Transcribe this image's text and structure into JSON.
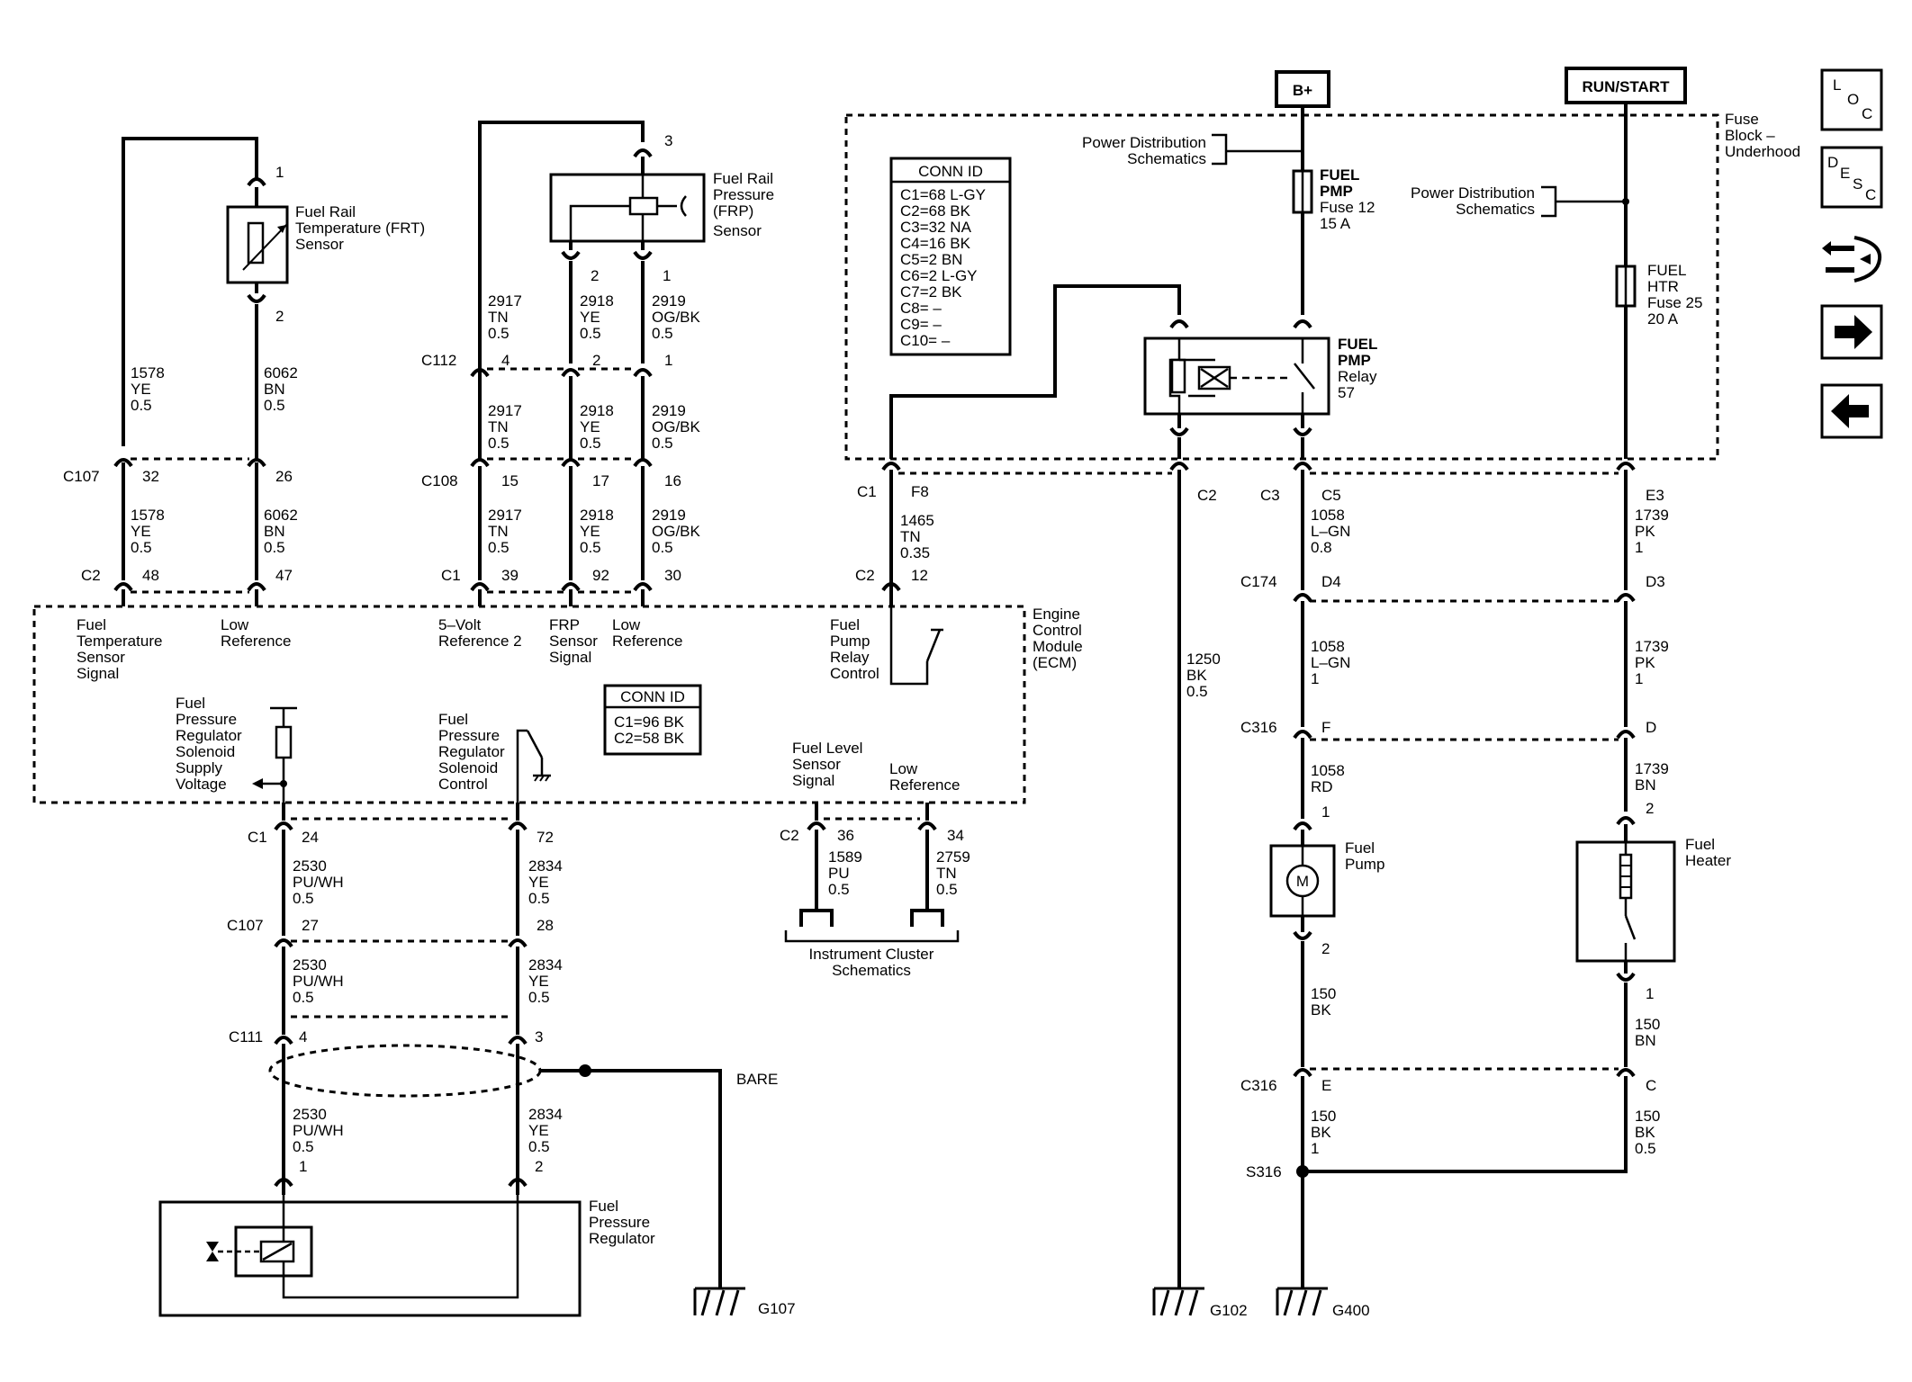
{
  "power": {
    "bplus": "B+",
    "runstart": "RUN/START"
  },
  "fuse_block": {
    "title": [
      "Fuse",
      "Block –",
      "Underhood"
    ],
    "pds1": [
      "Power Distribution",
      "Schematics"
    ],
    "pds2": [
      "Power Distribution",
      "Schematics"
    ],
    "fuse12": [
      "FUEL",
      "PMP",
      "Fuse 12",
      "15 A"
    ],
    "fuse25": [
      "FUEL",
      "HTR",
      "Fuse 25",
      "20 A"
    ],
    "relay": [
      "FUEL",
      "PMP",
      "Relay",
      "57"
    ],
    "conn_id_title": "CONN ID",
    "conn_id": [
      "C1=68 L-GY",
      "C2=68 BK",
      "C3=32 NA",
      "C4=16 BK",
      "C5=2 BN",
      "C6=2 L-GY",
      "C7=2 BK",
      "C8= –",
      "C9= –",
      "C10= –"
    ]
  },
  "ecm": {
    "title": [
      "Engine",
      "Control",
      "Module",
      "(ECM)"
    ],
    "conn_id_title": "CONN ID",
    "conn_id": [
      "C1=96 BK",
      "C2=58 BK"
    ],
    "fuel_temp_signal": [
      "Fuel",
      "Temperature",
      "Sensor",
      "Signal"
    ],
    "low_ref_1": [
      "Low",
      "Reference"
    ],
    "five_volt_ref": [
      "5–Volt",
      "Reference 2"
    ],
    "frp_signal": [
      "FRP",
      "Sensor",
      "Signal"
    ],
    "low_ref_2": [
      "Low",
      "Reference"
    ],
    "relay_control": [
      "Fuel",
      "Pump",
      "Relay",
      "Control"
    ],
    "fpr_supply": [
      "Fuel",
      "Pressure",
      "Regulator",
      "Solenoid",
      "Supply",
      "Voltage"
    ],
    "fpr_control": [
      "Fuel",
      "Pressure",
      "Regulator",
      "Solenoid",
      "Control"
    ],
    "fuel_level_signal": [
      "Fuel Level",
      "Sensor",
      "Signal"
    ],
    "low_ref_3": [
      "Low",
      "Reference"
    ]
  },
  "components": {
    "frt_sensor": [
      "Fuel Rail",
      "Temperature (FRT)",
      "Sensor"
    ],
    "frp_sensor": [
      "Fuel Rail",
      "Pressure",
      "(FRP)",
      "Sensor"
    ],
    "fpr": [
      "Fuel",
      "Pressure",
      "Regulator"
    ],
    "fuel_pump": [
      "Fuel",
      "Pump"
    ],
    "fuel_heater": [
      "Fuel",
      "Heater"
    ],
    "inst_cluster": [
      "Instrument Cluster",
      "Schematics"
    ],
    "bare": "BARE"
  },
  "connectors": {
    "c107": "C107",
    "c2": "C2",
    "c112": "C112",
    "c108": "C108",
    "c1": "C1",
    "c111": "C111",
    "c3": "C3",
    "c174": "C174",
    "c316": "C316",
    "s316": "S316"
  },
  "grounds": {
    "g107": "G107",
    "g102": "G102",
    "g400": "G400"
  },
  "wires": {
    "w1578": [
      "1578",
      "YE",
      "0.5"
    ],
    "w6062": [
      "6062",
      "BN",
      "0.5"
    ],
    "w2917": [
      "2917",
      "TN",
      "0.5"
    ],
    "w2918": [
      "2918",
      "YE",
      "0.5"
    ],
    "w2919": [
      "2919",
      "OG/BK",
      "0.5"
    ],
    "w1465": [
      "1465",
      "TN",
      "0.35"
    ],
    "w2530": [
      "2530",
      "PU/WH",
      "0.5"
    ],
    "w2834": [
      "2834",
      "YE",
      "0.5"
    ],
    "w1589": [
      "1589",
      "PU",
      "0.5"
    ],
    "w2759": [
      "2759",
      "TN",
      "0.5"
    ],
    "w1250": [
      "1250",
      "BK",
      "0.5"
    ],
    "w1058a": [
      "1058",
      "L–GN",
      "0.8"
    ],
    "w1058b": [
      "1058",
      "L–GN",
      "1"
    ],
    "w1058c": [
      "1058",
      "RD"
    ],
    "w1739a": [
      "1739",
      "PK",
      "1"
    ],
    "w1739b": [
      "1739",
      "PK",
      "1"
    ],
    "w1739c": [
      "1739",
      "BN"
    ],
    "w150a": [
      "150",
      "BK"
    ],
    "w150b": [
      "150",
      "BN"
    ],
    "w150c": [
      "150",
      "BK",
      "1"
    ],
    "w150d": [
      "150",
      "BK",
      "0.5"
    ]
  },
  "pins": {
    "frt1": "1",
    "frt2": "2",
    "c107_32": "32",
    "c107_26": "26",
    "c2_48": "48",
    "c2_47": "47",
    "frp3": "3",
    "frp2": "2",
    "frp1": "1",
    "c112_4": "4",
    "c112_2": "2",
    "c112_1": "1",
    "c108_15": "15",
    "c108_17": "17",
    "c108_16": "16",
    "c1_39": "39",
    "c1_92": "92",
    "c1_30": "30",
    "c1_f8": "F8",
    "c2_12": "12",
    "c2": "C2",
    "c3": "C3",
    "c5": "C5",
    "e3": "E3",
    "d4": "D4",
    "d3": "D3",
    "f": "F",
    "d": "D",
    "pump1": "1",
    "pump2": "2",
    "heat2": "2",
    "heat1": "1",
    "e": "E",
    "c": "C",
    "c1_24": "24",
    "c1_72": "72",
    "c107_27": "27",
    "c107_28": "28",
    "c111_4": "4",
    "c111_3": "3",
    "fpr1": "1",
    "fpr2": "2",
    "c2_36": "36",
    "c2_34": "34"
  },
  "nav": {
    "loc": [
      "L",
      "O",
      "C"
    ],
    "desc": [
      "D",
      "E",
      "S",
      "C"
    ]
  }
}
